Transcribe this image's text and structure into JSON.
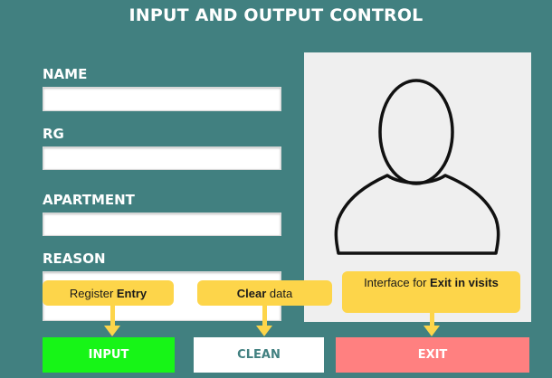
{
  "header": {
    "title": "INPUT AND OUTPUT CONTROL"
  },
  "form": {
    "name_label": "NAME",
    "rg_label": "RG",
    "apartment_label": "APARTMENT",
    "reason_label": "REASON",
    "name_value": "",
    "rg_value": "",
    "apartment_value": "",
    "reason_value": ""
  },
  "photo": {
    "icon": "user-silhouette-icon"
  },
  "buttons": {
    "input_label": "INPUT",
    "clean_label": "CLEAN",
    "exit_label": "EXIT"
  },
  "callouts": {
    "entry_prefix": "Register ",
    "entry_bold": "Entry",
    "clear_bold": "Clear",
    "clear_suffix": " data",
    "exit_prefix": "Interface for ",
    "exit_bold": "Exit in visits"
  },
  "colors": {
    "background": "#418080",
    "input_button": "#17f517",
    "clean_button": "#ffffff",
    "exit_button": "#ff8080",
    "callout": "#fdd54a",
    "photo_box": "#efefef"
  }
}
